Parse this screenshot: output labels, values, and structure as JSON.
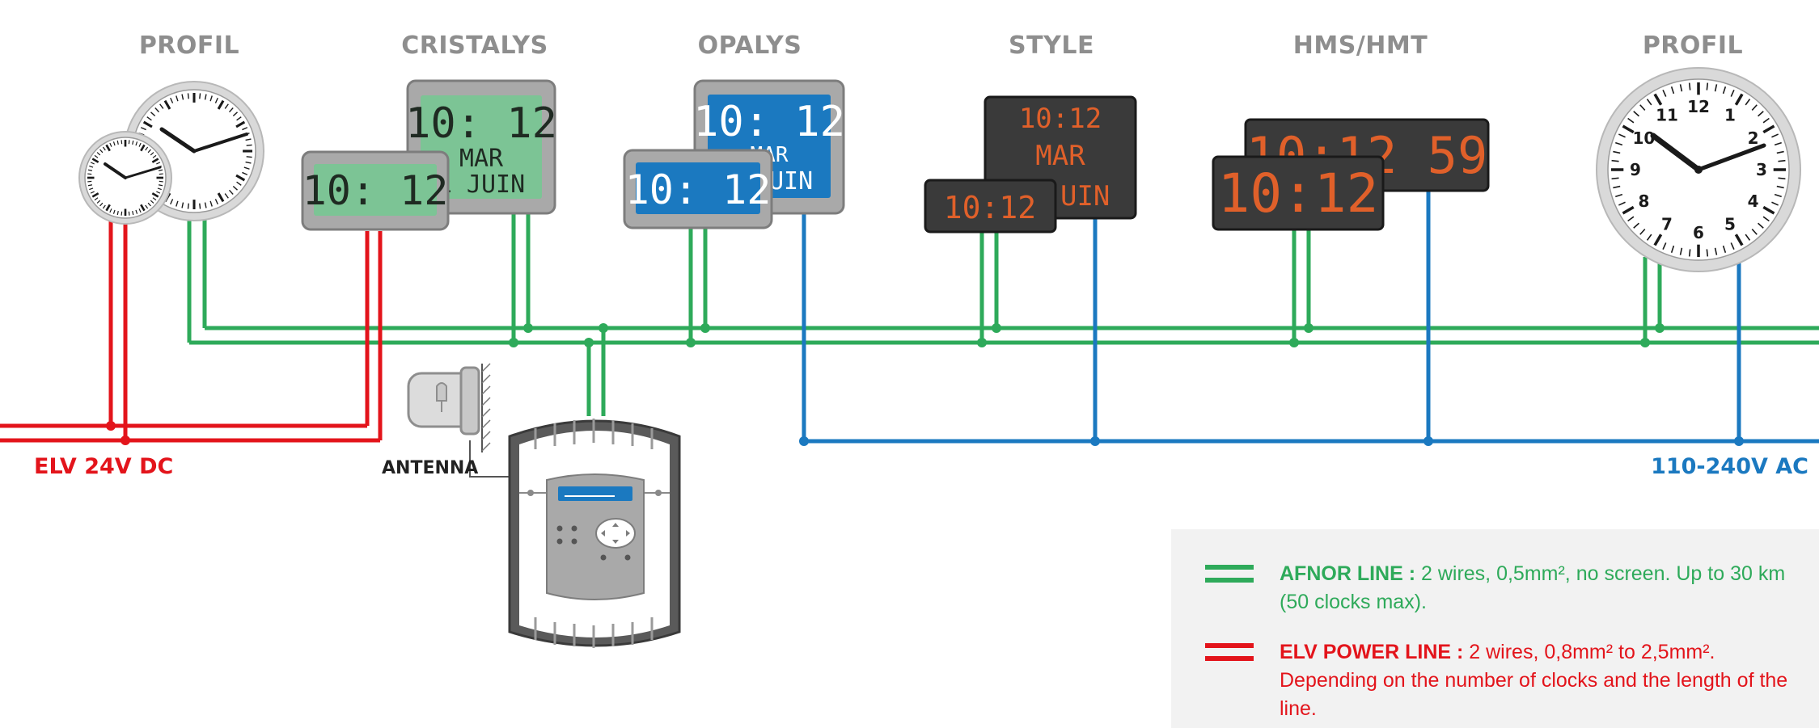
{
  "devices": [
    {
      "id": "profil-left",
      "name": "PROFIL"
    },
    {
      "id": "cristalys",
      "name": "CRISTALYS"
    },
    {
      "id": "opalys",
      "name": "OPALYS"
    },
    {
      "id": "style",
      "name": "STYLE"
    },
    {
      "id": "hms",
      "name": "HMS/HMT"
    },
    {
      "id": "profil-right",
      "name": "PROFIL"
    }
  ],
  "displays": {
    "cristalys_big": {
      "time": "10: 12",
      "day": "MAR",
      "date": "1 JUIN"
    },
    "cristalys_small": {
      "time": "10: 12"
    },
    "opalys_big": {
      "time": "10: 12",
      "day": "MAR",
      "date": "1 JUIN"
    },
    "opalys_small": {
      "time": "10: 12"
    },
    "style_big": {
      "time": "10:12",
      "day": "MAR",
      "date": "1 JUIN"
    },
    "style_small": {
      "time": "10:12"
    },
    "hms_big": {
      "time": "10:12 59"
    },
    "hms_small": {
      "time": "10:12"
    }
  },
  "clock_numerals": [
    "12",
    "1",
    "2",
    "3",
    "4",
    "5",
    "6",
    "7",
    "8",
    "9",
    "10",
    "11"
  ],
  "labels": {
    "elv": "ELV 24V DC",
    "ac": "110-240V AC",
    "antenna": "ANTENNA"
  },
  "legend": [
    {
      "id": "afnor",
      "title": "AFNOR LINE :",
      "text": " 2 wires, 0,5mm², no screen. Up to 30 km (50 clocks max).",
      "color": "#2eaa5a"
    },
    {
      "id": "elv",
      "title": "ELV POWER LINE :",
      "text": " 2 wires, 0,8mm² to 2,5mm². Depending on the number of clocks and the length of the line.",
      "color": "#e3141b"
    }
  ],
  "colors": {
    "afnor": "#2eaa5a",
    "elv": "#e3141b",
    "ac": "#1b79c0",
    "title_gray": "#8e8e8e",
    "lcd_green": "#7cc495",
    "lcd_blue": "#1b79c0",
    "led_orange": "#e0602a"
  }
}
